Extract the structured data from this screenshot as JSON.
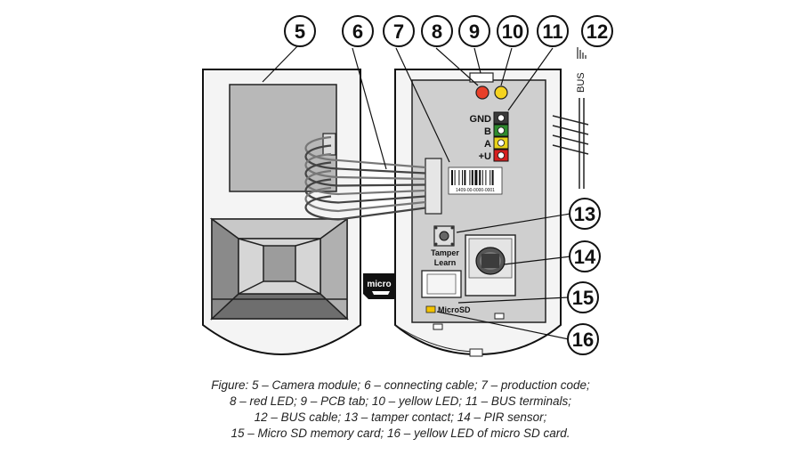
{
  "callouts": [
    "5",
    "6",
    "7",
    "8",
    "9",
    "10",
    "11",
    "12",
    "13",
    "14",
    "15",
    "16"
  ],
  "bus_label": "BUS",
  "terminals": [
    {
      "label": "GND",
      "color": "#3a3a3a"
    },
    {
      "label": "B",
      "color": "#2e8b2e"
    },
    {
      "label": "A",
      "color": "#e8d21a"
    },
    {
      "label": "+U",
      "color": "#d62020"
    }
  ],
  "barcode_text": "1409-00-0000-0001",
  "tamper_label_1": "Tamper",
  "tamper_label_2": "Learn",
  "microsd_label": "MicroSD",
  "micro_logo": "micro",
  "led_colors": {
    "red": "#e8402a",
    "yellow": "#f5d320",
    "sd_led": "#f2c200"
  },
  "caption": [
    "Figure: 5 – Camera module; 6 – connecting cable; 7 – production code;",
    "8 – red LED; 9 – PCB tab; 10 – yellow LED; 11 – BUS terminals;",
    "12 – BUS cable; 13 – tamper contact; 14 – PIR sensor;",
    "15 – Micro SD memory card; 16 – yellow LED of micro SD card."
  ]
}
